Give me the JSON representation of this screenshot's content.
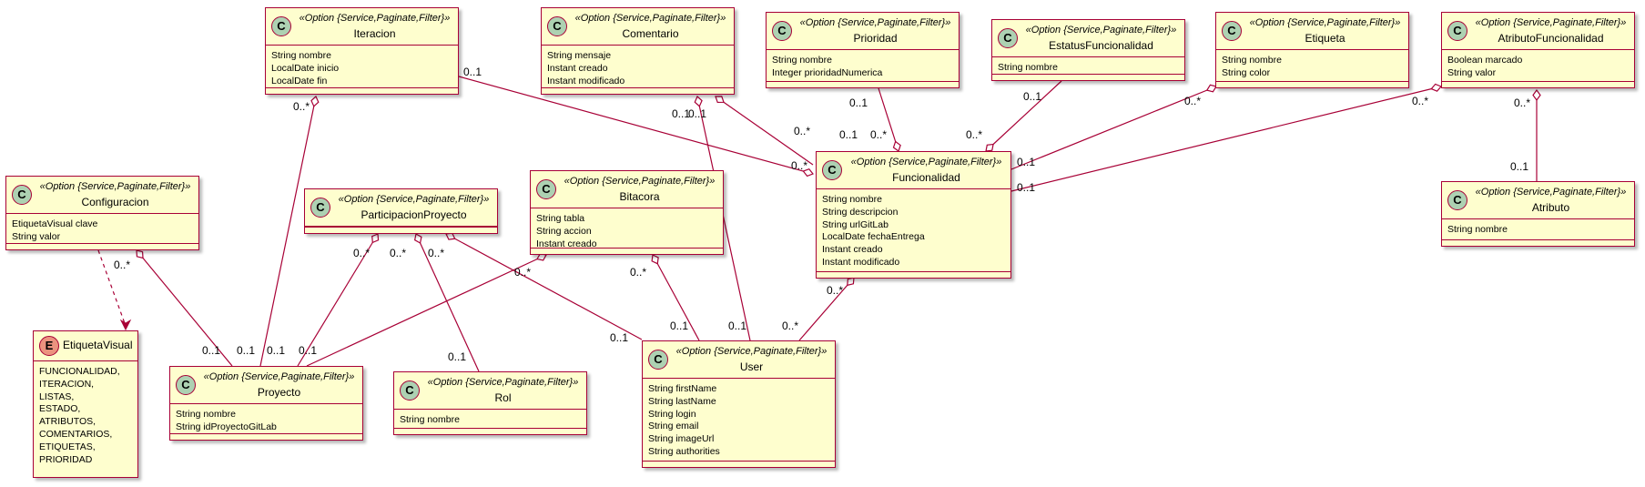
{
  "stereotype": "«Option {Service,Paginate,Filter}»",
  "classes": {
    "iteracion": {
      "name": "Iteracion",
      "attrs": [
        "String nombre",
        "LocalDate inicio",
        "LocalDate fin"
      ]
    },
    "comentario": {
      "name": "Comentario",
      "attrs": [
        "String mensaje",
        "Instant creado",
        "Instant modificado"
      ]
    },
    "prioridad": {
      "name": "Prioridad",
      "attrs": [
        "String nombre",
        "Integer prioridadNumerica"
      ]
    },
    "estatus": {
      "name": "EstatusFuncionalidad",
      "attrs": [
        "String nombre"
      ]
    },
    "etiqueta": {
      "name": "Etiqueta",
      "attrs": [
        "String nombre",
        "String color"
      ]
    },
    "atributo_funcionalidad": {
      "name": "AtributoFuncionalidad",
      "attrs": [
        "Boolean marcado",
        "String valor"
      ]
    },
    "configuracion": {
      "name": "Configuracion",
      "attrs": [
        "EtiquetaVisual clave",
        "String valor"
      ]
    },
    "participacion": {
      "name": "ParticipacionProyecto",
      "attrs": []
    },
    "bitacora": {
      "name": "Bitacora",
      "attrs": [
        "String tabla",
        "String accion",
        "Instant creado"
      ]
    },
    "funcionalidad": {
      "name": "Funcionalidad",
      "attrs": [
        "String nombre",
        "String descripcion",
        "String urlGitLab",
        "LocalDate fechaEntrega",
        "Instant creado",
        "Instant modificado"
      ]
    },
    "atributo": {
      "name": "Atributo",
      "attrs": [
        "String nombre"
      ]
    },
    "etiqueta_visual": {
      "name": "EtiquetaVisual",
      "badge": "E",
      "attrs": [
        "FUNCIONALIDAD,",
        "ITERACION,",
        "LISTAS,",
        "ESTADO,",
        "ATRIBUTOS,",
        "COMENTARIOS,",
        "ETIQUETAS,",
        "PRIORIDAD"
      ]
    },
    "proyecto": {
      "name": "Proyecto",
      "attrs": [
        "String nombre",
        "String idProyectoGitLab"
      ]
    },
    "rol": {
      "name": "Rol",
      "attrs": [
        "String nombre"
      ]
    },
    "user": {
      "name": "User",
      "attrs": [
        "String firstName",
        "String lastName",
        "String login",
        "String email",
        "String imageUrl",
        "String authorities"
      ]
    }
  },
  "class_badge": "C",
  "multiplicities": {
    "m_01": "0..1",
    "m_02": "0..*",
    "m_03": "0..*",
    "m_04": "0..*",
    "m_05": "0..1",
    "m_06": "0..*",
    "m_07": "0..1",
    "m_08": "0..*",
    "m_09": "0..1",
    "m_10": "0..*",
    "m_11": "0..1",
    "m_12": "0..*",
    "m_13": "0..1",
    "m_14": "0..*",
    "m_15": "0..1",
    "m_16": "0..*",
    "m_17": "0..1",
    "m_18": "0..*",
    "m_19": "0..1",
    "m_20": "0..1",
    "m_21": "0..*",
    "m_22": "0..*",
    "m_23": "0..*",
    "m_24": "0..*",
    "m_25": "0..1",
    "m_26": "0..1",
    "m_27": "0..1",
    "m_28": "0..1",
    "m_29": "0..*",
    "m_30": "0..1",
    "m_31": "0..1",
    "m_32": "0..1",
    "m_33": "0..*"
  },
  "colors": {
    "box_fill": "#FEFECE",
    "border": "#A80036",
    "class_badge": "#ADD1B2",
    "enum_badge": "#EB937F"
  }
}
